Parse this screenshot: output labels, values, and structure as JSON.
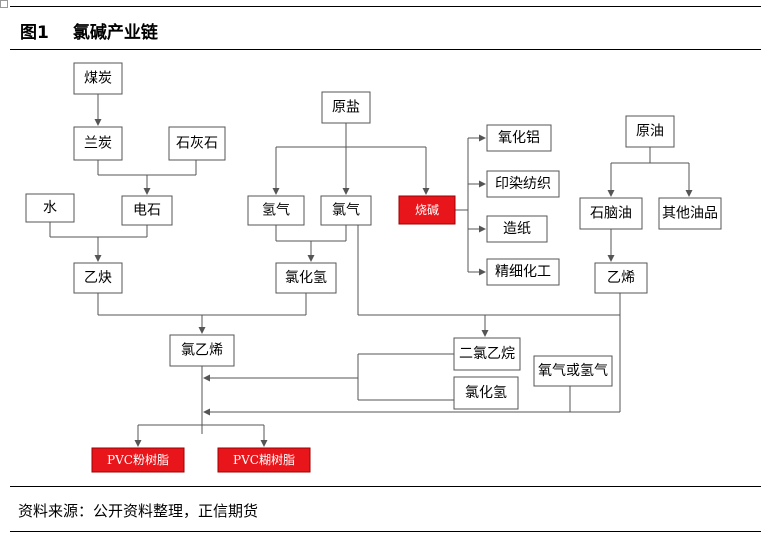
{
  "header": {
    "figure_number": "图1",
    "title": "氯碱产业链"
  },
  "footer": {
    "source": "资料来源：公开资料整理，正信期货"
  },
  "nodes": {
    "coal": "煤炭",
    "semi_coke": "兰炭",
    "limestone": "石灰石",
    "water": "水",
    "calcium_carbide": "电石",
    "acetylene": "乙炔",
    "raw_salt": "原盐",
    "hydrogen": "氢气",
    "chlorine": "氯气",
    "caustic_soda": "烧碱",
    "hydrogen_chloride": "氯化氢",
    "alumina": "氧化铝",
    "printing_dyeing": "印染纺织",
    "papermaking": "造纸",
    "fine_chemicals": "精细化工",
    "crude_oil": "原油",
    "naphtha": "石脑油",
    "other_oil_products": "其他油品",
    "ethylene": "乙烯",
    "vinyl_chloride": "氯乙烯",
    "dichloroethane": "二氯乙烷",
    "hydrogen_chloride_2": "氯化氢",
    "oxygen_or_hydrogen": "氧气或氢气",
    "pvc_resin_1": "PVC粉树脂",
    "pvc_resin_2": "PVC糊树脂"
  },
  "colors": {
    "highlight": "#e8161b",
    "line": "#555555"
  }
}
